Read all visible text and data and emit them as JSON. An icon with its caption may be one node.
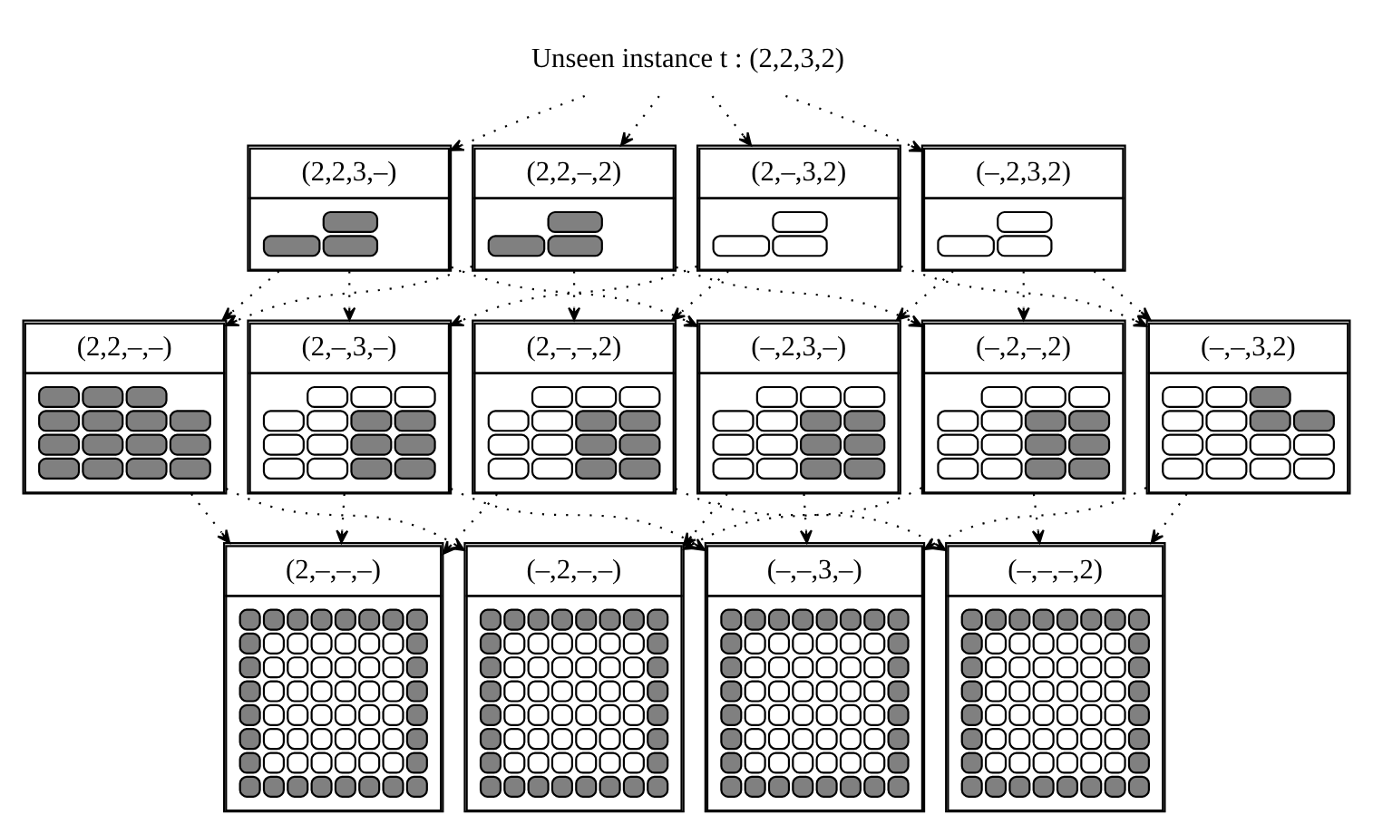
{
  "diagram": {
    "nodes": [
      {
        "text": [
          "Unseen instance t : (2,2,3,2)"
        ]
      },
      {
        "text": [
          "(2,2,3,–)"
        ]
      },
      {
        "text": [
          "(2,2,–,2)"
        ]
      },
      {
        "text": [
          "(2,–,3,2)"
        ]
      },
      {
        "text": [
          "(–,2,3,2)"
        ]
      },
      {
        "text": [
          "(2,2,–,–)"
        ]
      },
      {
        "text": [
          "(2,–,3,–)"
        ]
      },
      {
        "text": [
          "(2,–,–,2)"
        ]
      },
      {
        "text": [
          "(–,2,3,–)"
        ]
      },
      {
        "text": [
          "(–,2,–,2)"
        ]
      },
      {
        "text": [
          "(–,–,3,2)"
        ]
      },
      {
        "text": [
          "(2,–,–,–)"
        ]
      },
      {
        "text": [
          "(–,2,–,–)"
        ]
      },
      {
        "text": [
          "(–,–,3,–)"
        ]
      },
      {
        "text": [
          "(–,–,–,2)"
        ]
      }
    ],
    "edges": [
      {
        "from": 0,
        "to": 1,
        "arrow": "to"
      },
      {
        "from": 0,
        "to": 2,
        "arrow": "to"
      },
      {
        "from": 0,
        "to": 3,
        "arrow": "to"
      },
      {
        "from": 0,
        "to": 4,
        "arrow": "to"
      },
      {
        "from": 1,
        "to": 5,
        "arrow": "to"
      },
      {
        "from": 1,
        "to": 6,
        "arrow": "to"
      },
      {
        "from": 1,
        "to": 8,
        "arrow": "to"
      },
      {
        "from": 2,
        "to": 5,
        "arrow": "to"
      },
      {
        "from": 2,
        "to": 7,
        "arrow": "to"
      },
      {
        "from": 2,
        "to": 9,
        "arrow": "to"
      },
      {
        "from": 3,
        "to": 6,
        "arrow": "to"
      },
      {
        "from": 3,
        "to": 7,
        "arrow": "to"
      },
      {
        "from": 3,
        "to": 10,
        "arrow": "to"
      },
      {
        "from": 4,
        "to": 8,
        "arrow": "to"
      },
      {
        "from": 4,
        "to": 9,
        "arrow": "to"
      },
      {
        "from": 4,
        "to": 10,
        "arrow": "to"
      },
      {
        "from": 5,
        "to": 11,
        "arrow": "to"
      },
      {
        "from": 5,
        "to": 12,
        "arrow": "to"
      },
      {
        "from": 6,
        "to": 11,
        "arrow": "to"
      },
      {
        "from": 6,
        "to": 13,
        "arrow": "to"
      },
      {
        "from": 7,
        "to": 11,
        "arrow": "to"
      },
      {
        "from": 7,
        "to": 14,
        "arrow": "to"
      },
      {
        "from": 8,
        "to": 12,
        "arrow": "to"
      },
      {
        "from": 8,
        "to": 13,
        "arrow": "to"
      },
      {
        "from": 9,
        "to": 12,
        "arrow": "to"
      },
      {
        "from": 9,
        "to": 14,
        "arrow": "to"
      },
      {
        "from": 10,
        "to": 13,
        "arrow": "to"
      },
      {
        "from": 10,
        "to": 14,
        "arrow": "to"
      }
    ]
  }
}
